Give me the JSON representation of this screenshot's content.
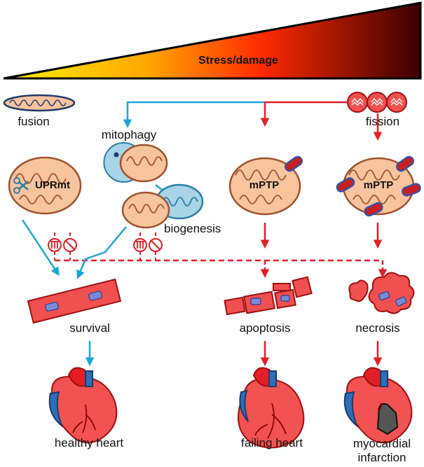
{
  "header": {
    "gradient_label": "Stress/damage",
    "gradient_start": "#fff200",
    "gradient_mid": "#ff3b00",
    "gradient_end": "#3a0000"
  },
  "stages": {
    "fusion": "fusion",
    "fission": "fission",
    "mitophagy": "mitophagy",
    "biogenesis": "biogenesis"
  },
  "pores": {
    "uprmt": "UPRmt",
    "mptp_apoptosis": "mPTP",
    "mptp_necrosis": "mPTP"
  },
  "cell_outcomes": {
    "survival": "survival",
    "apoptosis": "apoptosis",
    "necrosis": "necrosis"
  },
  "heart_outcomes": {
    "healthy": "healthy heart",
    "failing": "failing heart",
    "infarction": "myocardial infarction"
  },
  "colors": {
    "protective_arrow": "#1aa6dc",
    "damage_arrow": "#e21f26",
    "mito_fill": "#f7c49e",
    "mito_stroke": "#a0522d",
    "cell_fill": "#f05050",
    "heart_red": "#f25252",
    "heart_blue": "#2c6fb8"
  }
}
